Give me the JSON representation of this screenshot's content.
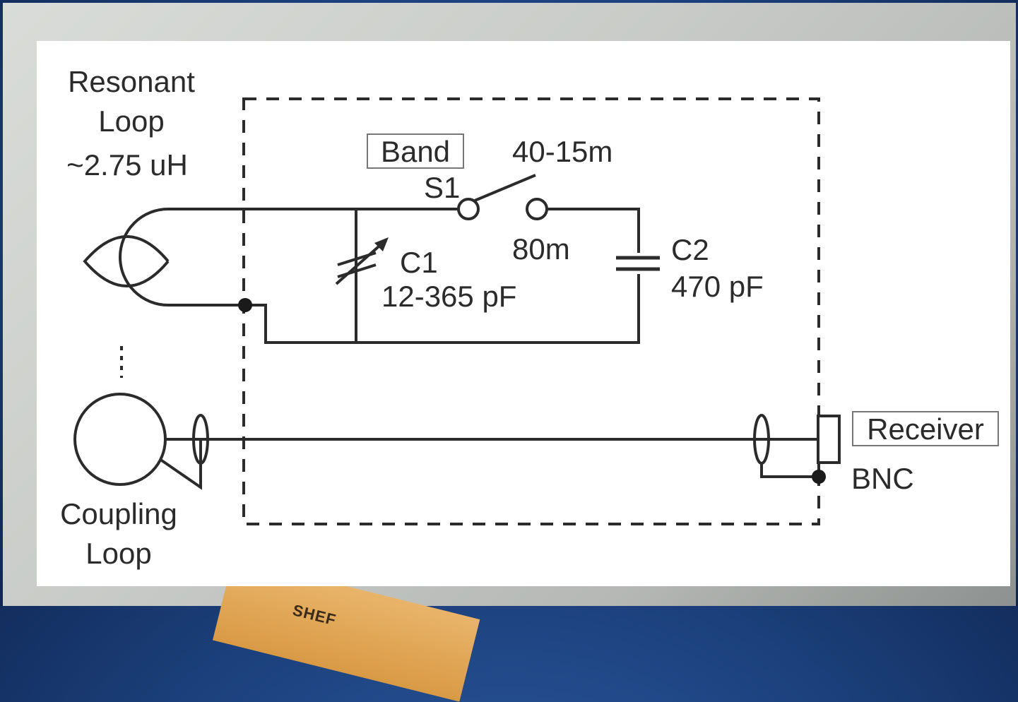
{
  "labels": {
    "resonant_loop_line1": "Resonant",
    "resonant_loop_line2": "Loop",
    "inductance": "~2.75 uH",
    "band": "Band",
    "s1": "S1",
    "pos_high": "40-15m",
    "pos_low": "80m",
    "c1_name": "C1",
    "c1_value": "12-365 pF",
    "c2_name": "C2",
    "c2_value": "470 pF",
    "receiver": "Receiver",
    "bnc": "BNC",
    "coupling_loop_line1": "Coupling",
    "coupling_loop_line2": "Loop",
    "ruler_brand": "SHEF"
  },
  "colors": {
    "wire": "#2b2b2b",
    "panel": "#ffffff",
    "border": "#1b3f7a"
  }
}
